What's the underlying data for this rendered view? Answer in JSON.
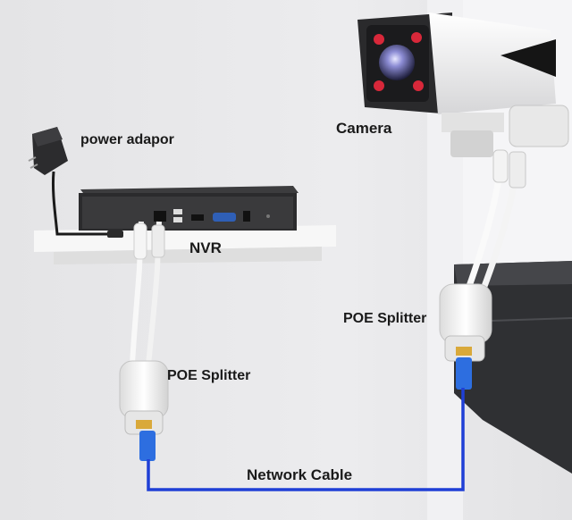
{
  "labels": {
    "camera": "Camera",
    "power_adapter": "power adapor",
    "nvr": "NVR",
    "poe_splitter_right": "POE Splitter",
    "poe_splitter_left": "POE Splitter",
    "network_cable": "Network Cable"
  },
  "colors": {
    "network_cable": "#1f3fd6",
    "connector_blue": "#2d6ee0",
    "nvr_body": "#2e2e30",
    "splitter": "#f4f4f4",
    "camera_lens": "#7d7dc4",
    "ir_led": "#d8283a"
  }
}
